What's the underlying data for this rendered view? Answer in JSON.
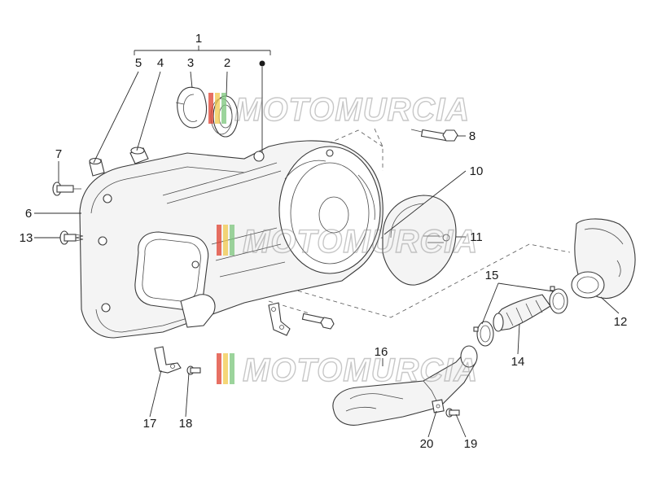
{
  "callouts": [
    {
      "id": "c1",
      "label": "1"
    },
    {
      "id": "c2",
      "label": "2"
    },
    {
      "id": "c3",
      "label": "3"
    },
    {
      "id": "c4",
      "label": "4"
    },
    {
      "id": "c5",
      "label": "5"
    },
    {
      "id": "c6",
      "label": "6"
    },
    {
      "id": "c7",
      "label": "7"
    },
    {
      "id": "c8",
      "label": "8"
    },
    {
      "id": "c10",
      "label": "10"
    },
    {
      "id": "c11",
      "label": "11"
    },
    {
      "id": "c12",
      "label": "12"
    },
    {
      "id": "c13",
      "label": "13"
    },
    {
      "id": "c14",
      "label": "14"
    },
    {
      "id": "c15",
      "label": "15"
    },
    {
      "id": "c16",
      "label": "16"
    },
    {
      "id": "c17",
      "label": "17"
    },
    {
      "id": "c18",
      "label": "18"
    },
    {
      "id": "c19",
      "label": "19"
    },
    {
      "id": "c20",
      "label": "20"
    }
  ],
  "watermark": {
    "text": "MOTOMURCIA",
    "stripe_colors": [
      "#e0412f",
      "#f2c94c",
      "#7cc67c"
    ]
  }
}
